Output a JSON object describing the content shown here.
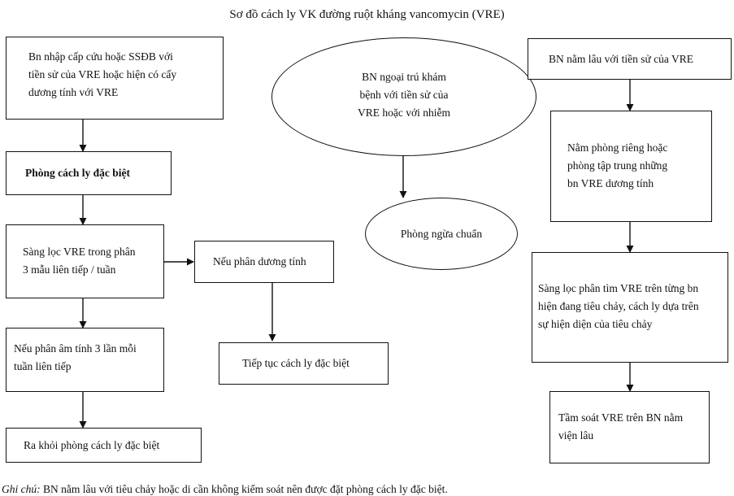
{
  "title": "Sơ đồ cách ly VK đường ruột kháng vancomycin (VRE)",
  "left_column": {
    "admission": [
      "Bn nhập cấp cứu hoặc SSĐB với",
      "tiền sử của VRE hoặc hiện có cấy",
      "dương tính  với VRE"
    ],
    "special_room": "Phòng cách ly đặc biệt",
    "screening": [
      "Sàng lọc VRE trong phân",
      "3 mẫu liên tiếp  / tuần"
    ],
    "negative": [
      "Nếu phân âm tính 3 lần mỗi",
      "tuần liên tiếp"
    ],
    "discharge": "Ra khỏi phòng cách ly đặc biệt"
  },
  "middle_column": {
    "outpatient": [
      "BN ngoại trú khám",
      "bệnh với tiền sử của",
      "VRE hoặc với nhiễm"
    ],
    "standard_precautions": "Phòng ngừa chuẩn",
    "positive": "Nếu phân dương tính",
    "continue": "Tiếp tục cách ly đặc biệt"
  },
  "right_column": {
    "long_stay": "BN nằm lâu với tiền sử của VRE",
    "private_room": [
      "Nằm phòng riêng hoặc",
      "phòng tập trung những",
      "bn VRE dương tính"
    ],
    "screening": [
      "Sàng lọc phân tìm VRE  trên từng bn",
      "hiện đang tiêu chảy, cách ly dựa trên",
      "sự hiện diện của tiêu chảy"
    ],
    "surveillance": [
      "Tầm soát VRE trên BN nằm",
      "viện lâu"
    ]
  },
  "note": {
    "lead": "Ghi chú:",
    "text": " BN nằm lâu với tiêu chảy hoặc di cần không kiểm soát nên được đặt phòng cách ly đặc biệt."
  }
}
